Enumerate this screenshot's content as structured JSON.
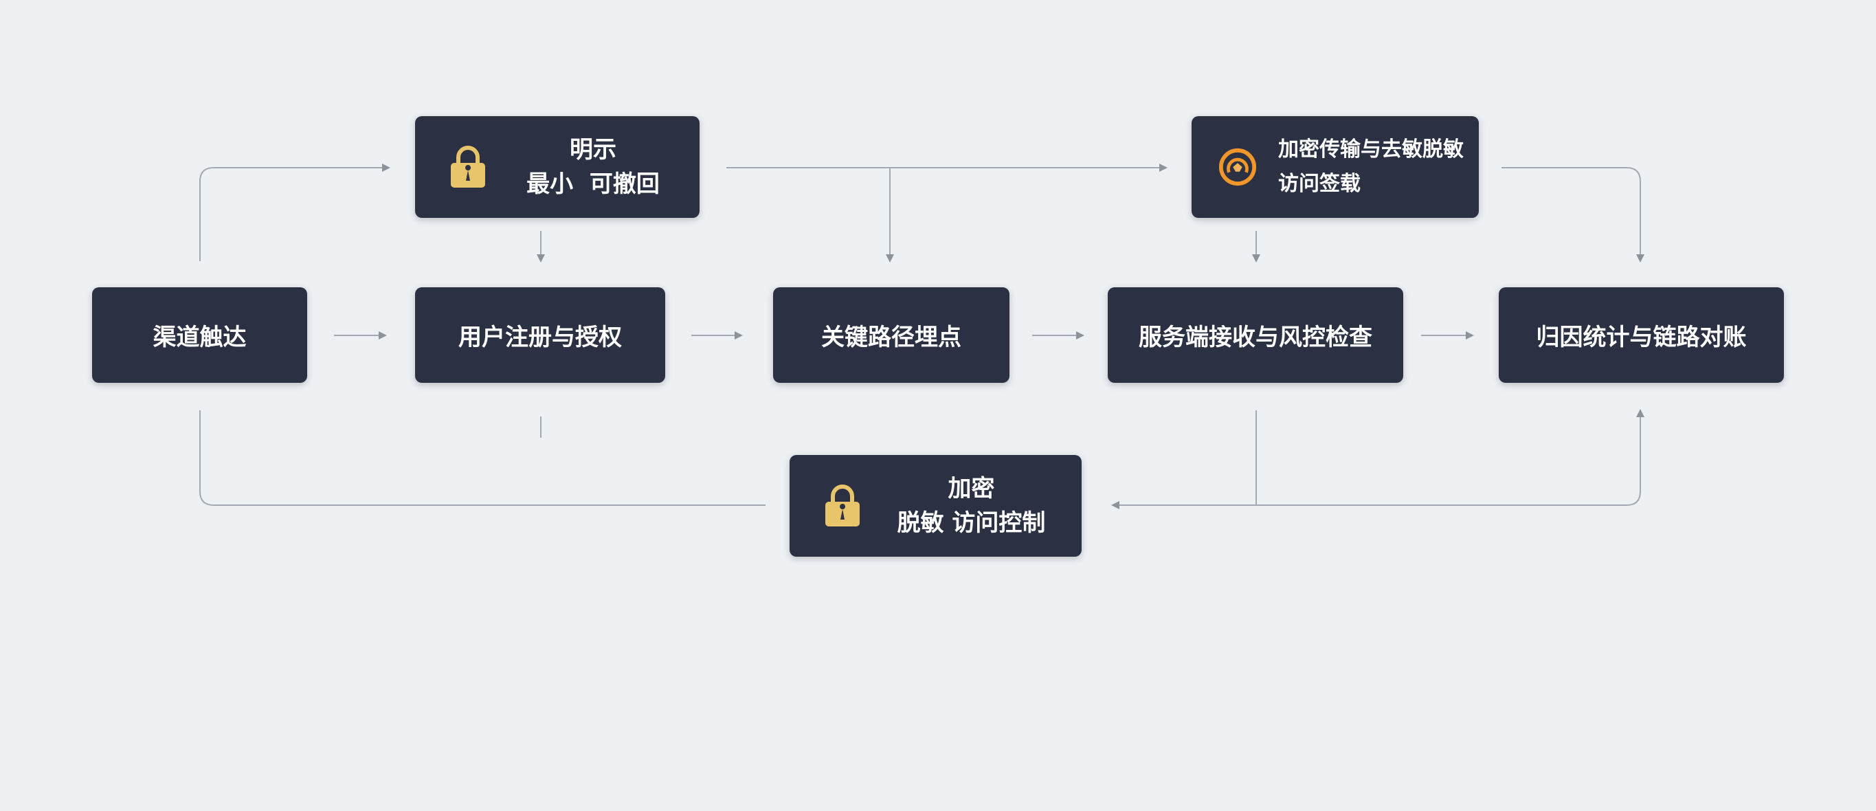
{
  "steps": [
    {
      "label": "渠道触达"
    },
    {
      "label": "用户注册与授权"
    },
    {
      "label": "关键路径埋点"
    },
    {
      "label": "服务端接收与风控检查"
    },
    {
      "label": "归因统计与链路对账"
    }
  ],
  "notes": {
    "consent": {
      "line1": "明示",
      "line2": "最小  可撤回",
      "icon": "lock-icon"
    },
    "transport": {
      "line1": "加密传输与去敏脱敏",
      "line2": "访问签载",
      "icon": "target-shield-icon"
    },
    "storage": {
      "line1": "加密",
      "line2": "脱敏 访问控制",
      "icon": "lock-icon"
    }
  },
  "colors": {
    "box": "#2b3042",
    "accent_lock": "#e8c46a",
    "accent_orange": "#f0962a",
    "line": "#9a9ea6"
  }
}
